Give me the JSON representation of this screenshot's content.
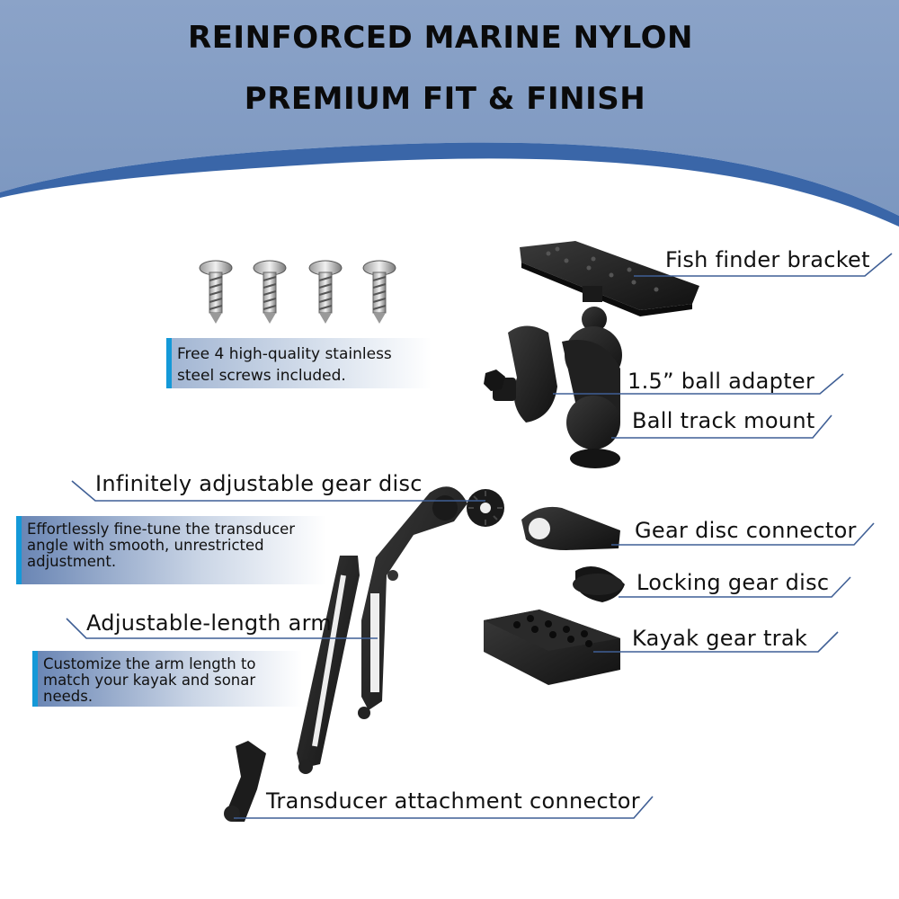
{
  "header": {
    "line1": "REINFORCED MARINE NYLON",
    "line2": "PREMIUM FIT & FINISH"
  },
  "colors": {
    "header_light": "#8ea5c9",
    "header_dark": "#3a66a8",
    "accent_bar": "#1499d8",
    "leader_line": "#3f5f95",
    "part_black": "#1c1c1c"
  },
  "labels": {
    "fish_finder_bracket": "Fish finder bracket",
    "ball_adapter": "1.5” ball adapter",
    "ball_track_mount": "Ball track mount",
    "gear_disc": "Infinitely adjustable gear disc",
    "gear_disc_connector": "Gear disc connector",
    "locking_gear_disc": "Locking gear disc",
    "kayak_gear_trak": "Kayak gear trak",
    "adjustable_arm": "Adjustable-length arm",
    "transducer_connector": "Transducer attachment connector"
  },
  "notes": {
    "screws": "Free 4 high-quality stainless steel screws included.",
    "gear_disc": "Effortlessly fine-tune the transducer angle with smooth, unrestricted adjustment.",
    "arm": "Customize the arm length to match your kayak and sonar needs."
  },
  "icons": [
    "screw-icon",
    "bracket-plate-icon",
    "ball-mount-icon",
    "gear-disc-icon",
    "arm-icon",
    "track-base-icon"
  ]
}
